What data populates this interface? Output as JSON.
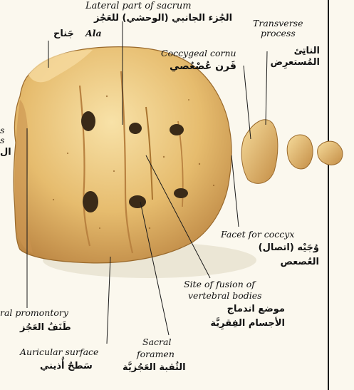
{
  "colors": {
    "background": "#fbf8ee",
    "bone_light": "#f3d592",
    "bone_mid": "#dcaa5c",
    "bone_dark": "#b07a34",
    "hole": "#3a2a18",
    "frame_line": "#1a1a1a",
    "leader_line": "#1a1a1a"
  },
  "labels": {
    "lateral_part_en": "Lateral part of sacrum",
    "lateral_part_ar": "الجُزء الجانبي (الوحشي) للعَجُز",
    "ala_en": "Ala",
    "ala_ar": "جَناح",
    "transverse_en_1": "Transverse",
    "transverse_en_2": "process",
    "transverse_ar_1": "الناتِئ",
    "transverse_ar_2": "المُستعرِض",
    "coccygeal_en": "Coccygeal cornu",
    "coccygeal_ar": "قَرن عُصْعُصي",
    "facet_en": "Facet for coccyx",
    "facet_ar_1": "وُجَيْه (اتصال)",
    "facet_ar_2": "العُصعص",
    "fusion_en_1": "Site of fusion of",
    "fusion_en_2": "vertebral bodies",
    "fusion_ar_1": "موضع اندماج",
    "fusion_ar_2": "الأجسام الفِقرِيَّة",
    "promontory_en": "ral promontory",
    "promontory_ar": "طَنَفُ العَجُز",
    "auricular_en": "Auricular surface",
    "auricular_ar": "سَطحٌ أُذيني",
    "foramen_en_1": "Sacral",
    "foramen_en_2": "foramen",
    "foramen_ar": "الثُقبة العَجُزيَّة",
    "left_edge_1": "s",
    "left_edge_2": "s",
    "left_edge_3": "ال"
  }
}
